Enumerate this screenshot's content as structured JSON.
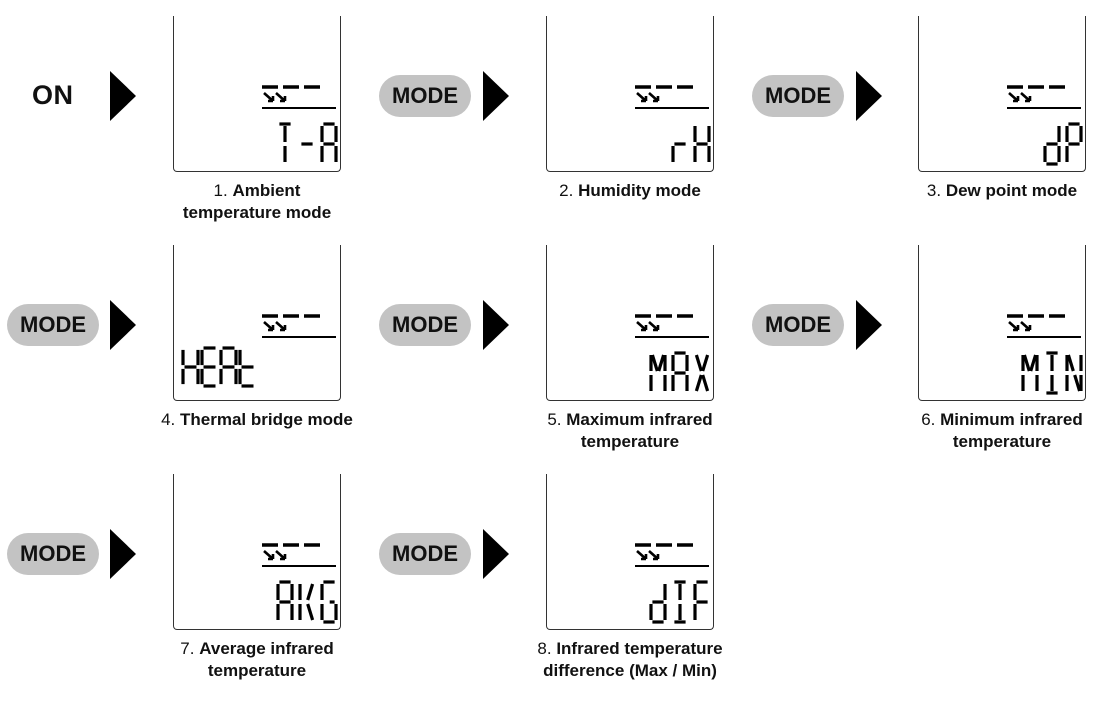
{
  "start_label": "ON",
  "mode_button_label": "MODE",
  "modes": [
    {
      "number": "1.",
      "title": "Ambient temperature mode",
      "caption_lines": [
        "Ambient",
        "temperature mode"
      ],
      "lcd_text": "T-A"
    },
    {
      "number": "2.",
      "title": "Humidity mode",
      "caption_lines": [
        "Humidity mode"
      ],
      "lcd_text": "rH"
    },
    {
      "number": "3.",
      "title": "Dew point mode",
      "caption_lines": [
        "Dew point mode"
      ],
      "lcd_text": "dP"
    },
    {
      "number": "4.",
      "title": "Thermal bridge mode",
      "caption_lines": [
        "Thermal bridge mode"
      ],
      "lcd_text": "HEAt"
    },
    {
      "number": "5.",
      "title": "Maximum infrared temperature",
      "caption_lines": [
        "Maximum infrared",
        "temperature"
      ],
      "lcd_text": "MAX"
    },
    {
      "number": "6.",
      "title": "Minimum infrared temperature",
      "caption_lines": [
        "Minimum infrared",
        "temperature"
      ],
      "lcd_text": "MIN"
    },
    {
      "number": "7.",
      "title": "Average infrared temperature",
      "caption_lines": [
        "Average infrared",
        "temperature"
      ],
      "lcd_text": "AVG"
    },
    {
      "number": "8.",
      "title": "Infrared temperature difference (Max / Min)",
      "caption_lines": [
        "Infrared temperature",
        "difference (Max / Min)"
      ],
      "lcd_text": "dIF"
    }
  ],
  "colors": {
    "pill": "#c3c3c3",
    "ink": "#111111",
    "lcd_border": "#333333"
  }
}
